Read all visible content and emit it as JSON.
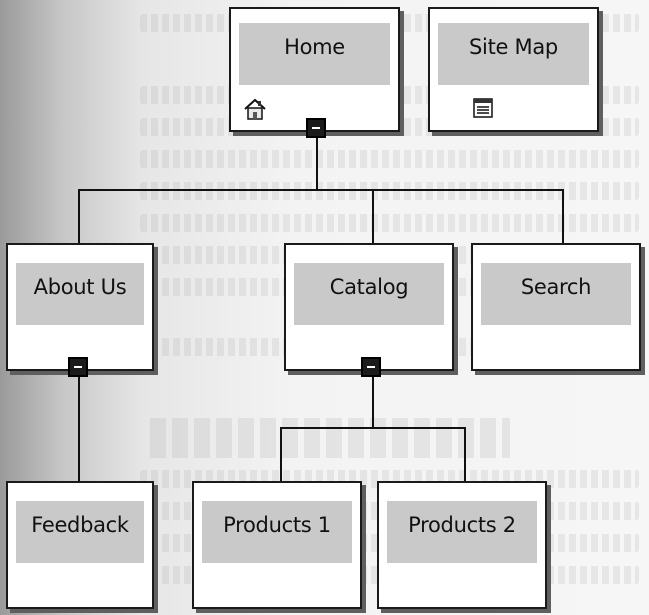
{
  "nodes": {
    "home": "Home",
    "site_map": "Site Map",
    "about_us": "About Us",
    "catalog": "Catalog",
    "search": "Search",
    "feedback": "Feedback",
    "products_1": "Products 1",
    "products_2": "Products 2"
  },
  "icons": {
    "home": "house-icon",
    "site_map": "document-list-icon",
    "collapse": "minus-icon"
  }
}
